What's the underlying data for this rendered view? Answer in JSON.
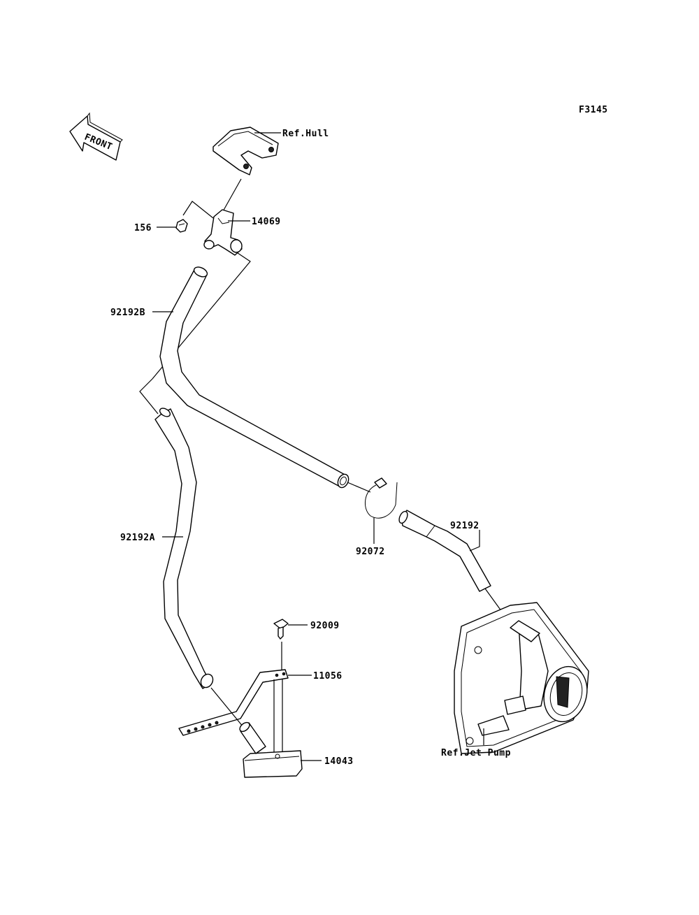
{
  "figure_code": "F3145",
  "front_arrow_text": "FRONT",
  "labels": {
    "ref_hull": "Ref.Hull",
    "p14069": "14069",
    "p156": "156",
    "p92192B": "92192B",
    "p92192A": "92192A",
    "p92072": "92072",
    "p92192": "92192",
    "p92009": "92009",
    "p11056": "11056",
    "p14043": "14043",
    "ref_jet_pump": "Ref.Jet Pump"
  }
}
